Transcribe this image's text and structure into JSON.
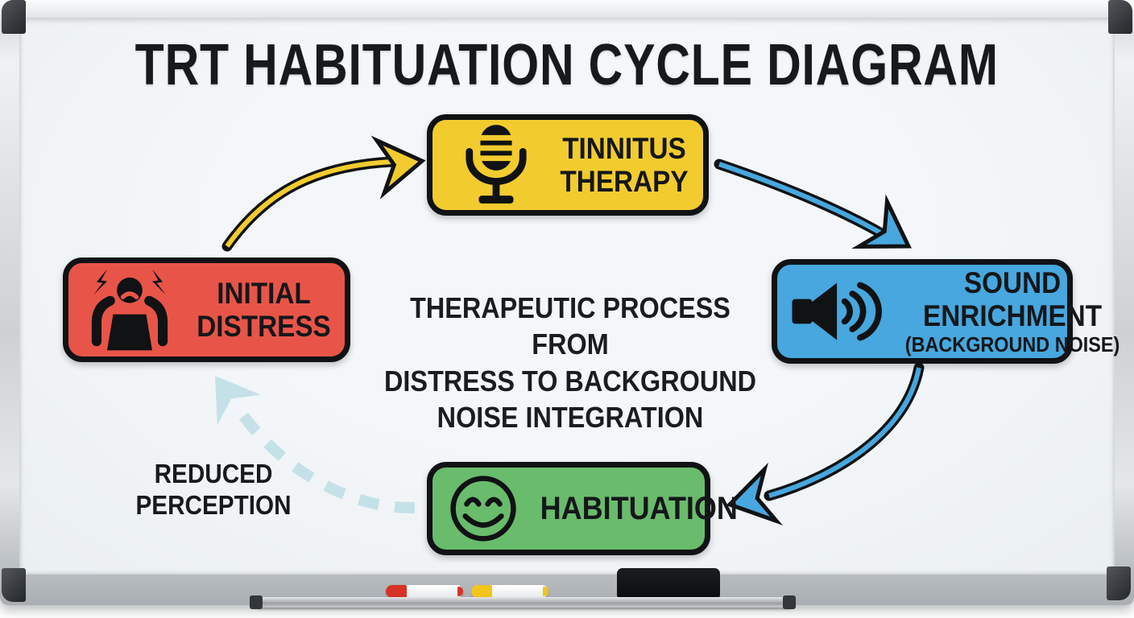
{
  "diagram": {
    "title": "TRT HABITUATION CYCLE DIAGRAM",
    "center_note": {
      "lines": [
        "THERAPEUTIC PROCESS FROM",
        "DISTRESS TO BACKGROUND",
        "NOISE INTEGRATION"
      ]
    },
    "nodes": {
      "initial_distress": {
        "lines": [
          "INITIAL",
          "DISTRESS"
        ],
        "color": "#E85548",
        "icon": "distressed-person-icon"
      },
      "tinnitus_therapy": {
        "lines": [
          "TINNITUS",
          "THERAPY"
        ],
        "color": "#F2CB2F",
        "icon": "microphone-icon"
      },
      "sound_enrichment": {
        "lines": [
          "SOUND",
          "ENRICHMENT"
        ],
        "subline": "(BACKGROUND NOISE)",
        "color": "#47A7DE",
        "icon": "speaker-icon"
      },
      "habituation": {
        "lines": [
          "HABITUATION"
        ],
        "color": "#69BC6C",
        "icon": "smiley-face-icon"
      }
    },
    "annotations": {
      "reduced_perception": {
        "lines": [
          "REDUCED",
          "PERCEPTION"
        ]
      }
    },
    "arrows": [
      {
        "name": "distress-to-therapy",
        "from": "initial_distress",
        "to": "tinnitus_therapy",
        "style": "solid",
        "color": "#F2CB2F"
      },
      {
        "name": "therapy-to-enrichment",
        "from": "tinnitus_therapy",
        "to": "sound_enrichment",
        "style": "solid",
        "color": "#47A7DE"
      },
      {
        "name": "enrichment-to-habituation",
        "from": "sound_enrichment",
        "to": "habituation",
        "style": "solid",
        "color": "#47A7DE"
      },
      {
        "name": "habituation-to-distress",
        "from": "habituation",
        "to": "initial_distress",
        "style": "dashed",
        "color": "#C5E1E8",
        "label": "REDUCED PERCEPTION"
      }
    ]
  },
  "whiteboard": {
    "board_color": "#EFF3F5",
    "frame_style": "aluminum",
    "tray_items": [
      {
        "name": "red-marker",
        "color": "#D63227"
      },
      {
        "name": "yellow-marker",
        "color": "#F2C41D"
      },
      {
        "name": "eraser",
        "color": "#0D0F11"
      }
    ]
  }
}
